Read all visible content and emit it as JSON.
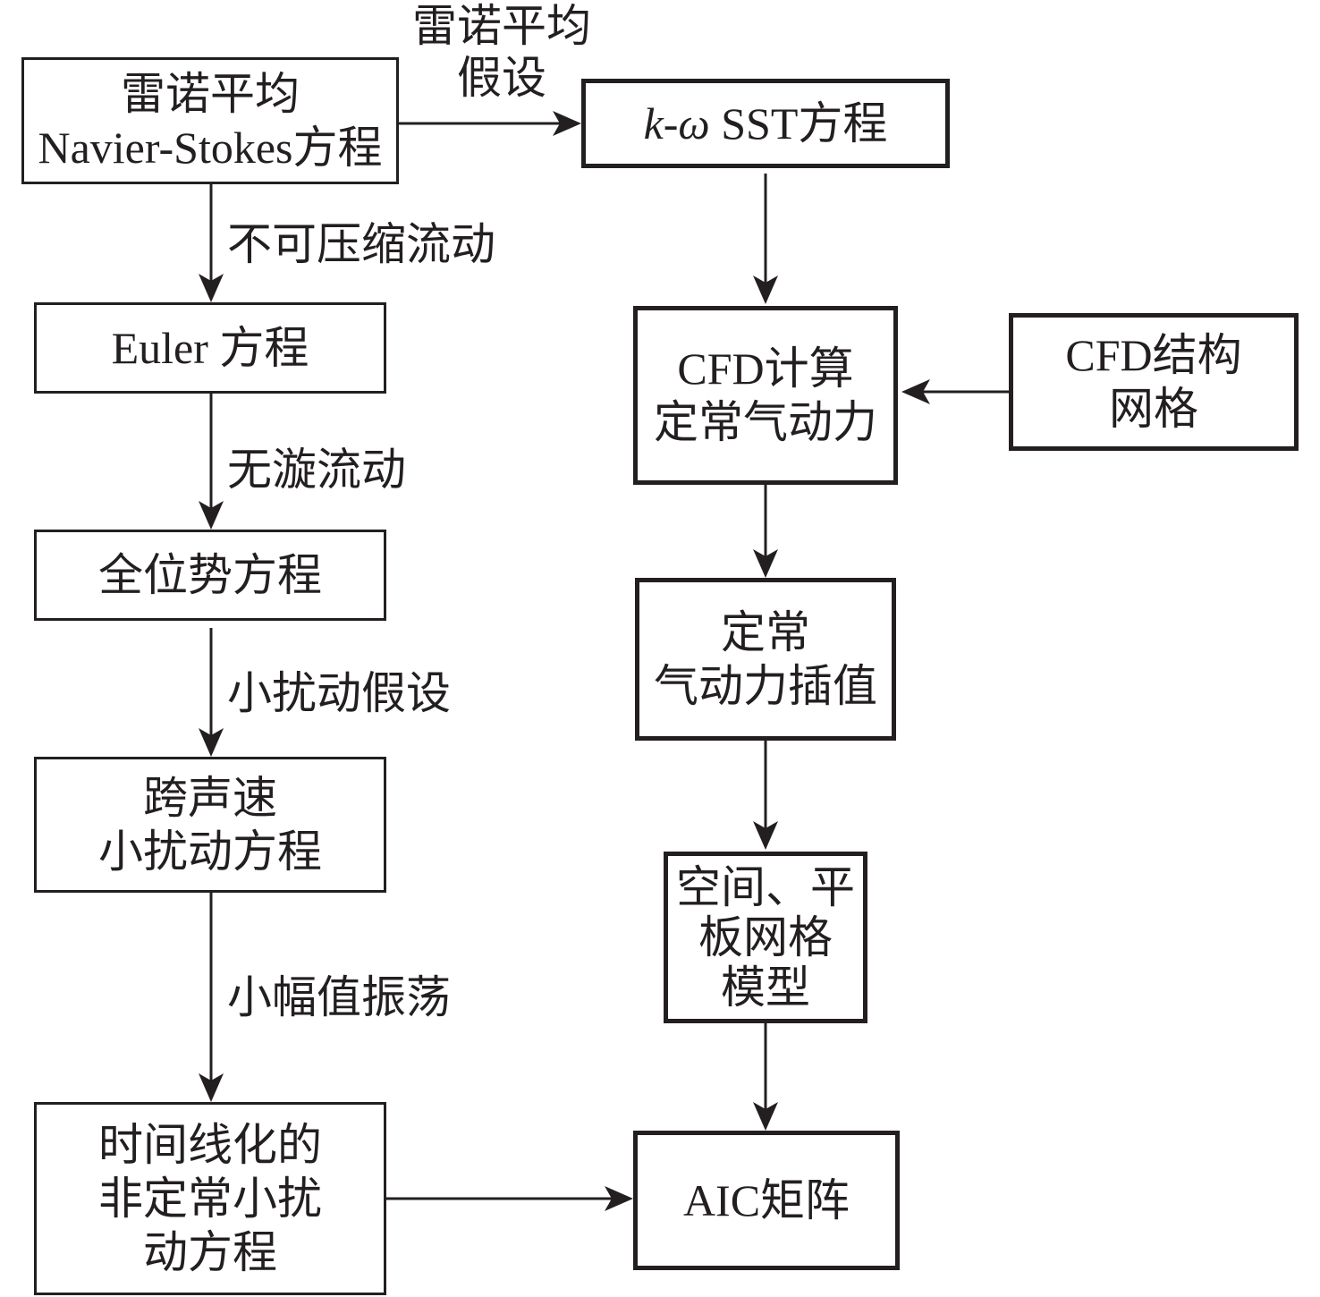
{
  "nodes": {
    "rans_ns": {
      "lines": [
        "雷诺平均",
        "Navier-Stokes方程"
      ]
    },
    "k_omega": {
      "math": "k-ω",
      "rest": " SST方程"
    },
    "euler": {
      "lines": [
        "Euler 方程"
      ]
    },
    "full_potential": {
      "lines": [
        "全位势方程"
      ]
    },
    "transonic_small": {
      "lines": [
        "跨声速",
        "小扰动方程"
      ]
    },
    "time_linearized": {
      "lines": [
        "时间线化的",
        "非定常小扰",
        "动方程"
      ]
    },
    "cfd_calc": {
      "lines": [
        "CFD计算",
        "定常气动力"
      ]
    },
    "cfd_grid": {
      "lines": [
        "CFD结构",
        "网格"
      ]
    },
    "steady_interp": {
      "lines": [
        "定常",
        "气动力插值"
      ]
    },
    "panel_model": {
      "lines": [
        "空间、平",
        "板网格",
        "模型"
      ]
    },
    "aic": {
      "lines": [
        "AIC矩阵"
      ]
    }
  },
  "edges": {
    "rans_to_komega": {
      "label": [
        "雷诺平均",
        "假设"
      ]
    },
    "rans_to_euler": {
      "label": "不可压缩流动"
    },
    "euler_to_potential": {
      "label": "无漩流动"
    },
    "potential_to_transonic": {
      "label": "小扰动假设"
    },
    "transonic_to_timelin": {
      "label": "小幅值振荡"
    }
  }
}
